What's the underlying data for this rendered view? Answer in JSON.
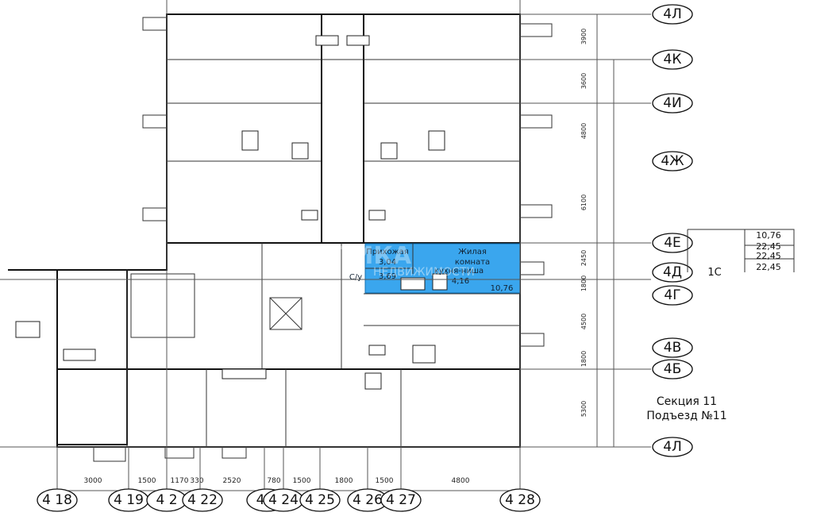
{
  "axes_x": [
    "4 18",
    "4 19",
    "4 2",
    "4 22",
    "4",
    "4 24",
    "4 25",
    "4 26",
    "4 27",
    "4 28"
  ],
  "axes_y": [
    "4Л",
    "4К",
    "4И",
    "4Ж",
    "4Е",
    "4Д",
    "4Г",
    "4В",
    "4Б",
    "4Л"
  ],
  "dims_x": [
    "3000",
    "1500",
    "1170",
    "330",
    "2520",
    "780",
    "1500",
    "1800",
    "1500",
    "4800"
  ],
  "dims_y": [
    "3900",
    "3600",
    "4800",
    "6100",
    "2450",
    "1800",
    "4500",
    "1800",
    "5300"
  ],
  "apartment": {
    "hall_label": "Прихожая",
    "hall_area": "3,04",
    "bath_area": "3,69",
    "bath_label": "С/у",
    "room_label_1": "Жилая",
    "room_label_2": "комната",
    "kitchen_label": "кухня-ниша",
    "kitchen_area": "4,16",
    "total_area": "10,76",
    "highlight_color": "#3aa6ee"
  },
  "table": {
    "type": "1С",
    "values": [
      "10,76",
      "22,45",
      "22,45",
      "22,45"
    ]
  },
  "section": {
    "line1": "Секция 11",
    "line2": "Подъезд №11"
  },
  "watermark": {
    "line1": "ПРАКТИКА",
    "line2": "НЕДВИЖИМОСТИ"
  }
}
